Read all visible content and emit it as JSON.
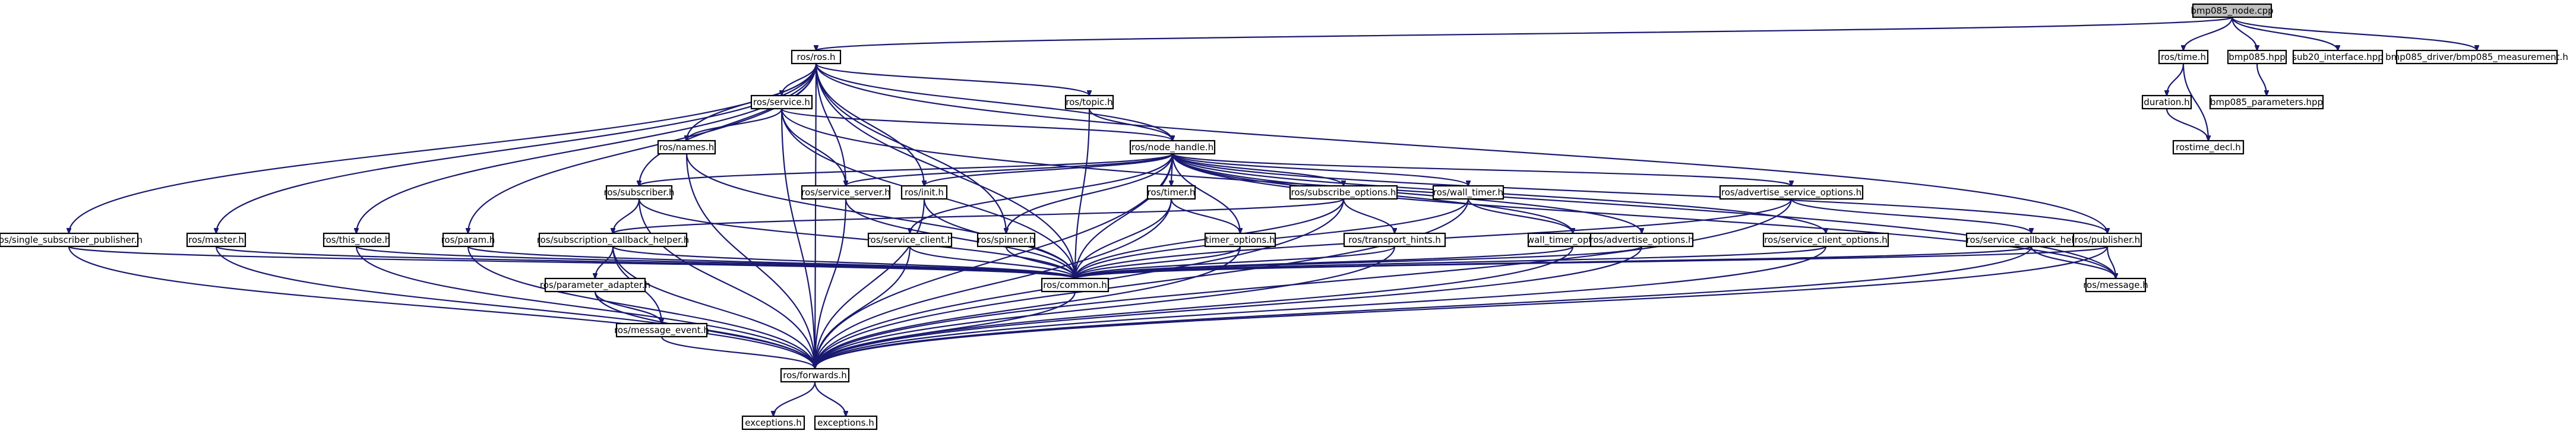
{
  "graph": {
    "title": "",
    "colors": {
      "edge": "#191970",
      "node_border": "#000000",
      "root_fill": "#bfbfbf",
      "node_fill": "#ffffff"
    },
    "nodes": [
      {
        "id": "root",
        "label": "bmp085_node.cpp",
        "root": true
      },
      {
        "id": "ros_ros",
        "label": "ros/ros.h"
      },
      {
        "id": "ros_time",
        "label": "ros/time.h"
      },
      {
        "id": "bmp085_hpp",
        "label": "bmp085.hpp"
      },
      {
        "id": "sub20",
        "label": "sub20_interface.hpp"
      },
      {
        "id": "bmp085_meas",
        "label": "bmp085_driver/bmp085_measurement.h"
      },
      {
        "id": "duration",
        "label": "duration.h"
      },
      {
        "id": "bmp085_params",
        "label": "bmp085_parameters.hpp"
      },
      {
        "id": "rostime_decl",
        "label": "rostime_decl.h"
      },
      {
        "id": "ros_service",
        "label": "ros/service.h"
      },
      {
        "id": "ros_topic",
        "label": "ros/topic.h"
      },
      {
        "id": "ros_names",
        "label": "ros/names.h"
      },
      {
        "id": "ros_node_handle",
        "label": "ros/node_handle.h"
      },
      {
        "id": "ros_subscriber",
        "label": "ros/subscriber.h"
      },
      {
        "id": "ros_service_server",
        "label": "ros/service_server.h"
      },
      {
        "id": "ros_init",
        "label": "ros/init.h"
      },
      {
        "id": "ros_timer",
        "label": "ros/timer.h"
      },
      {
        "id": "ros_subscribe_options",
        "label": "ros/subscribe_options.h"
      },
      {
        "id": "ros_wall_timer",
        "label": "ros/wall_timer.h"
      },
      {
        "id": "ros_advertise_service_options",
        "label": "ros/advertise_service_options.h"
      },
      {
        "id": "ros_single_sub_pub",
        "label": "ros/single_subscriber_publisher.h"
      },
      {
        "id": "ros_master",
        "label": "ros/master.h"
      },
      {
        "id": "ros_this_node",
        "label": "ros/this_node.h"
      },
      {
        "id": "ros_param",
        "label": "ros/param.h"
      },
      {
        "id": "ros_sub_cb_helper",
        "label": "ros/subscription_callback_helper.h"
      },
      {
        "id": "ros_service_client",
        "label": "ros/service_client.h"
      },
      {
        "id": "ros_spinner",
        "label": "ros/spinner.h"
      },
      {
        "id": "timer_options",
        "label": "timer_options.h"
      },
      {
        "id": "ros_transport_hints",
        "label": "ros/transport_hints.h"
      },
      {
        "id": "wall_timer_options",
        "label": "wall_timer_options.h"
      },
      {
        "id": "ros_advertise_options",
        "label": "ros/advertise_options.h"
      },
      {
        "id": "ros_service_client_options",
        "label": "ros/service_client_options.h"
      },
      {
        "id": "ros_service_cb_helper",
        "label": "ros/service_callback_helper.h"
      },
      {
        "id": "ros_publisher",
        "label": "ros/publisher.h"
      },
      {
        "id": "ros_parameter_adapter",
        "label": "ros/parameter_adapter.h"
      },
      {
        "id": "ros_common",
        "label": "ros/common.h"
      },
      {
        "id": "ros_message",
        "label": "ros/message.h"
      },
      {
        "id": "ros_message_event",
        "label": "ros/message_event.h"
      },
      {
        "id": "ros_forwards",
        "label": "ros/forwards.h"
      },
      {
        "id": "exceptions_1",
        "label": "exceptions.h"
      },
      {
        "id": "exceptions_2",
        "label": "exceptions.h"
      }
    ],
    "edges": [
      [
        "root",
        "ros_ros"
      ],
      [
        "root",
        "ros_time"
      ],
      [
        "root",
        "bmp085_hpp"
      ],
      [
        "root",
        "sub20"
      ],
      [
        "root",
        "bmp085_meas"
      ],
      [
        "ros_time",
        "duration"
      ],
      [
        "ros_time",
        "rostime_decl"
      ],
      [
        "duration",
        "rostime_decl"
      ],
      [
        "bmp085_hpp",
        "bmp085_params"
      ],
      [
        "ros_ros",
        "ros_service"
      ],
      [
        "ros_ros",
        "ros_topic"
      ],
      [
        "ros_ros",
        "ros_names"
      ],
      [
        "ros_ros",
        "ros_node_handle"
      ],
      [
        "ros_ros",
        "ros_subscriber"
      ],
      [
        "ros_ros",
        "ros_service_server"
      ],
      [
        "ros_ros",
        "ros_init"
      ],
      [
        "ros_ros",
        "ros_single_sub_pub"
      ],
      [
        "ros_ros",
        "ros_master"
      ],
      [
        "ros_ros",
        "ros_this_node"
      ],
      [
        "ros_ros",
        "ros_param"
      ],
      [
        "ros_ros",
        "ros_spinner"
      ],
      [
        "ros_ros",
        "ros_common"
      ],
      [
        "ros_ros",
        "ros_publisher"
      ],
      [
        "ros_ros",
        "ros_forwards"
      ],
      [
        "ros_service",
        "ros_names"
      ],
      [
        "ros_service",
        "ros_node_handle"
      ],
      [
        "ros_service",
        "ros_common"
      ],
      [
        "ros_service",
        "ros_forwards"
      ],
      [
        "ros_service",
        "ros_service_server"
      ],
      [
        "ros_service",
        "ros_message"
      ],
      [
        "ros_topic",
        "ros_node_handle"
      ],
      [
        "ros_topic",
        "ros_common"
      ],
      [
        "ros_names",
        "ros_forwards"
      ],
      [
        "ros_names",
        "ros_common"
      ],
      [
        "ros_node_handle",
        "ros_subscriber"
      ],
      [
        "ros_node_handle",
        "ros_service_server"
      ],
      [
        "ros_node_handle",
        "ros_init"
      ],
      [
        "ros_node_handle",
        "ros_timer"
      ],
      [
        "ros_node_handle",
        "ros_subscribe_options"
      ],
      [
        "ros_node_handle",
        "ros_wall_timer"
      ],
      [
        "ros_node_handle",
        "ros_advertise_service_options"
      ],
      [
        "ros_node_handle",
        "ros_service_client"
      ],
      [
        "ros_node_handle",
        "ros_spinner"
      ],
      [
        "ros_node_handle",
        "timer_options"
      ],
      [
        "ros_node_handle",
        "wall_timer_options"
      ],
      [
        "ros_node_handle",
        "ros_advertise_options"
      ],
      [
        "ros_node_handle",
        "ros_service_client_options"
      ],
      [
        "ros_node_handle",
        "ros_publisher"
      ],
      [
        "ros_node_handle",
        "ros_common"
      ],
      [
        "ros_node_handle",
        "ros_forwards"
      ],
      [
        "ros_node_handle",
        "ros_message"
      ],
      [
        "ros_subscriber",
        "ros_sub_cb_helper"
      ],
      [
        "ros_subscriber",
        "ros_common"
      ],
      [
        "ros_subscriber",
        "ros_forwards"
      ],
      [
        "ros_service_server",
        "ros_common"
      ],
      [
        "ros_service_server",
        "ros_forwards"
      ],
      [
        "ros_init",
        "ros_common"
      ],
      [
        "ros_init",
        "ros_forwards"
      ],
      [
        "ros_timer",
        "timer_options"
      ],
      [
        "ros_timer",
        "ros_common"
      ],
      [
        "ros_timer",
        "ros_forwards"
      ],
      [
        "ros_subscribe_options",
        "ros_transport_hints"
      ],
      [
        "ros_subscribe_options",
        "ros_sub_cb_helper"
      ],
      [
        "ros_subscribe_options",
        "ros_common"
      ],
      [
        "ros_subscribe_options",
        "ros_forwards"
      ],
      [
        "ros_wall_timer",
        "wall_timer_options"
      ],
      [
        "ros_wall_timer",
        "ros_common"
      ],
      [
        "ros_wall_timer",
        "ros_forwards"
      ],
      [
        "ros_advertise_service_options",
        "ros_service_cb_helper"
      ],
      [
        "ros_advertise_service_options",
        "ros_common"
      ],
      [
        "ros_advertise_service_options",
        "ros_forwards"
      ],
      [
        "ros_single_sub_pub",
        "ros_common"
      ],
      [
        "ros_single_sub_pub",
        "ros_forwards"
      ],
      [
        "ros_master",
        "ros_common"
      ],
      [
        "ros_master",
        "ros_forwards"
      ],
      [
        "ros_this_node",
        "ros_common"
      ],
      [
        "ros_this_node",
        "ros_forwards"
      ],
      [
        "ros_param",
        "ros_common"
      ],
      [
        "ros_param",
        "ros_forwards"
      ],
      [
        "ros_sub_cb_helper",
        "ros_parameter_adapter"
      ],
      [
        "ros_sub_cb_helper",
        "ros_message_event"
      ],
      [
        "ros_sub_cb_helper",
        "ros_common"
      ],
      [
        "ros_sub_cb_helper",
        "ros_forwards"
      ],
      [
        "ros_service_client",
        "ros_common"
      ],
      [
        "ros_service_client",
        "ros_forwards"
      ],
      [
        "ros_spinner",
        "ros_common"
      ],
      [
        "timer_options",
        "ros_common"
      ],
      [
        "timer_options",
        "ros_forwards"
      ],
      [
        "ros_transport_hints",
        "ros_common"
      ],
      [
        "ros_transport_hints",
        "ros_forwards"
      ],
      [
        "wall_timer_options",
        "ros_common"
      ],
      [
        "wall_timer_options",
        "ros_forwards"
      ],
      [
        "ros_advertise_options",
        "ros_common"
      ],
      [
        "ros_advertise_options",
        "ros_forwards"
      ],
      [
        "ros_service_client_options",
        "ros_common"
      ],
      [
        "ros_service_client_options",
        "ros_forwards"
      ],
      [
        "ros_service_cb_helper",
        "ros_common"
      ],
      [
        "ros_service_cb_helper",
        "ros_forwards"
      ],
      [
        "ros_service_cb_helper",
        "ros_message"
      ],
      [
        "ros_publisher",
        "ros_common"
      ],
      [
        "ros_publisher",
        "ros_forwards"
      ],
      [
        "ros_publisher",
        "ros_message"
      ],
      [
        "ros_parameter_adapter",
        "ros_message_event"
      ],
      [
        "ros_parameter_adapter",
        "ros_forwards"
      ],
      [
        "ros_message_event",
        "ros_forwards"
      ],
      [
        "ros_common",
        "ros_forwards"
      ],
      [
        "ros_forwards",
        "exceptions_1"
      ],
      [
        "ros_forwards",
        "exceptions_2"
      ]
    ]
  }
}
